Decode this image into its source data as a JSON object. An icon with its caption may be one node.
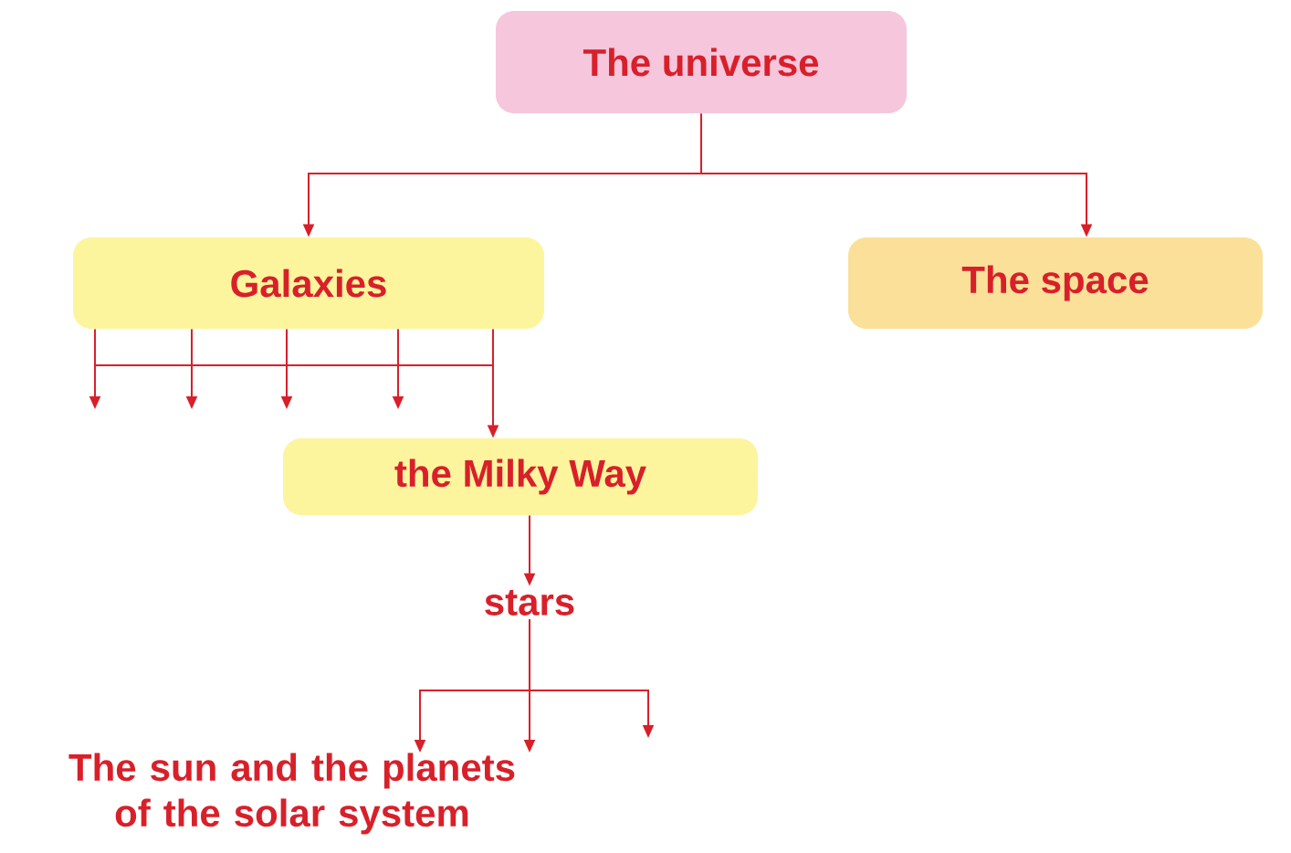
{
  "diagram": {
    "nodes": [
      {
        "text": [
          "The universe"
        ]
      },
      {
        "text": [
          "Galaxies"
        ]
      },
      {
        "text": [
          "The space"
        ]
      },
      {
        "text": [
          "the Milky Way"
        ]
      },
      {
        "text": [
          "stars"
        ]
      },
      {
        "text": [
          "The sun and the planets of the solar system"
        ]
      }
    ],
    "edges": [
      {
        "from": 0,
        "to": 1,
        "arrow": "to"
      },
      {
        "from": 0,
        "to": 2,
        "arrow": "to"
      },
      {
        "from": 1,
        "to": null,
        "arrow": "to"
      },
      {
        "from": 1,
        "to": null,
        "arrow": "to"
      },
      {
        "from": 1,
        "to": null,
        "arrow": "to"
      },
      {
        "from": 1,
        "to": null,
        "arrow": "to"
      },
      {
        "from": 1,
        "to": 3,
        "arrow": "to"
      },
      {
        "from": 3,
        "to": 4,
        "arrow": "to"
      },
      {
        "from": 4,
        "to": 5,
        "arrow": "to"
      },
      {
        "from": 4,
        "to": 5,
        "arrow": "to"
      },
      {
        "from": 4,
        "to": null,
        "arrow": "to"
      }
    ]
  }
}
